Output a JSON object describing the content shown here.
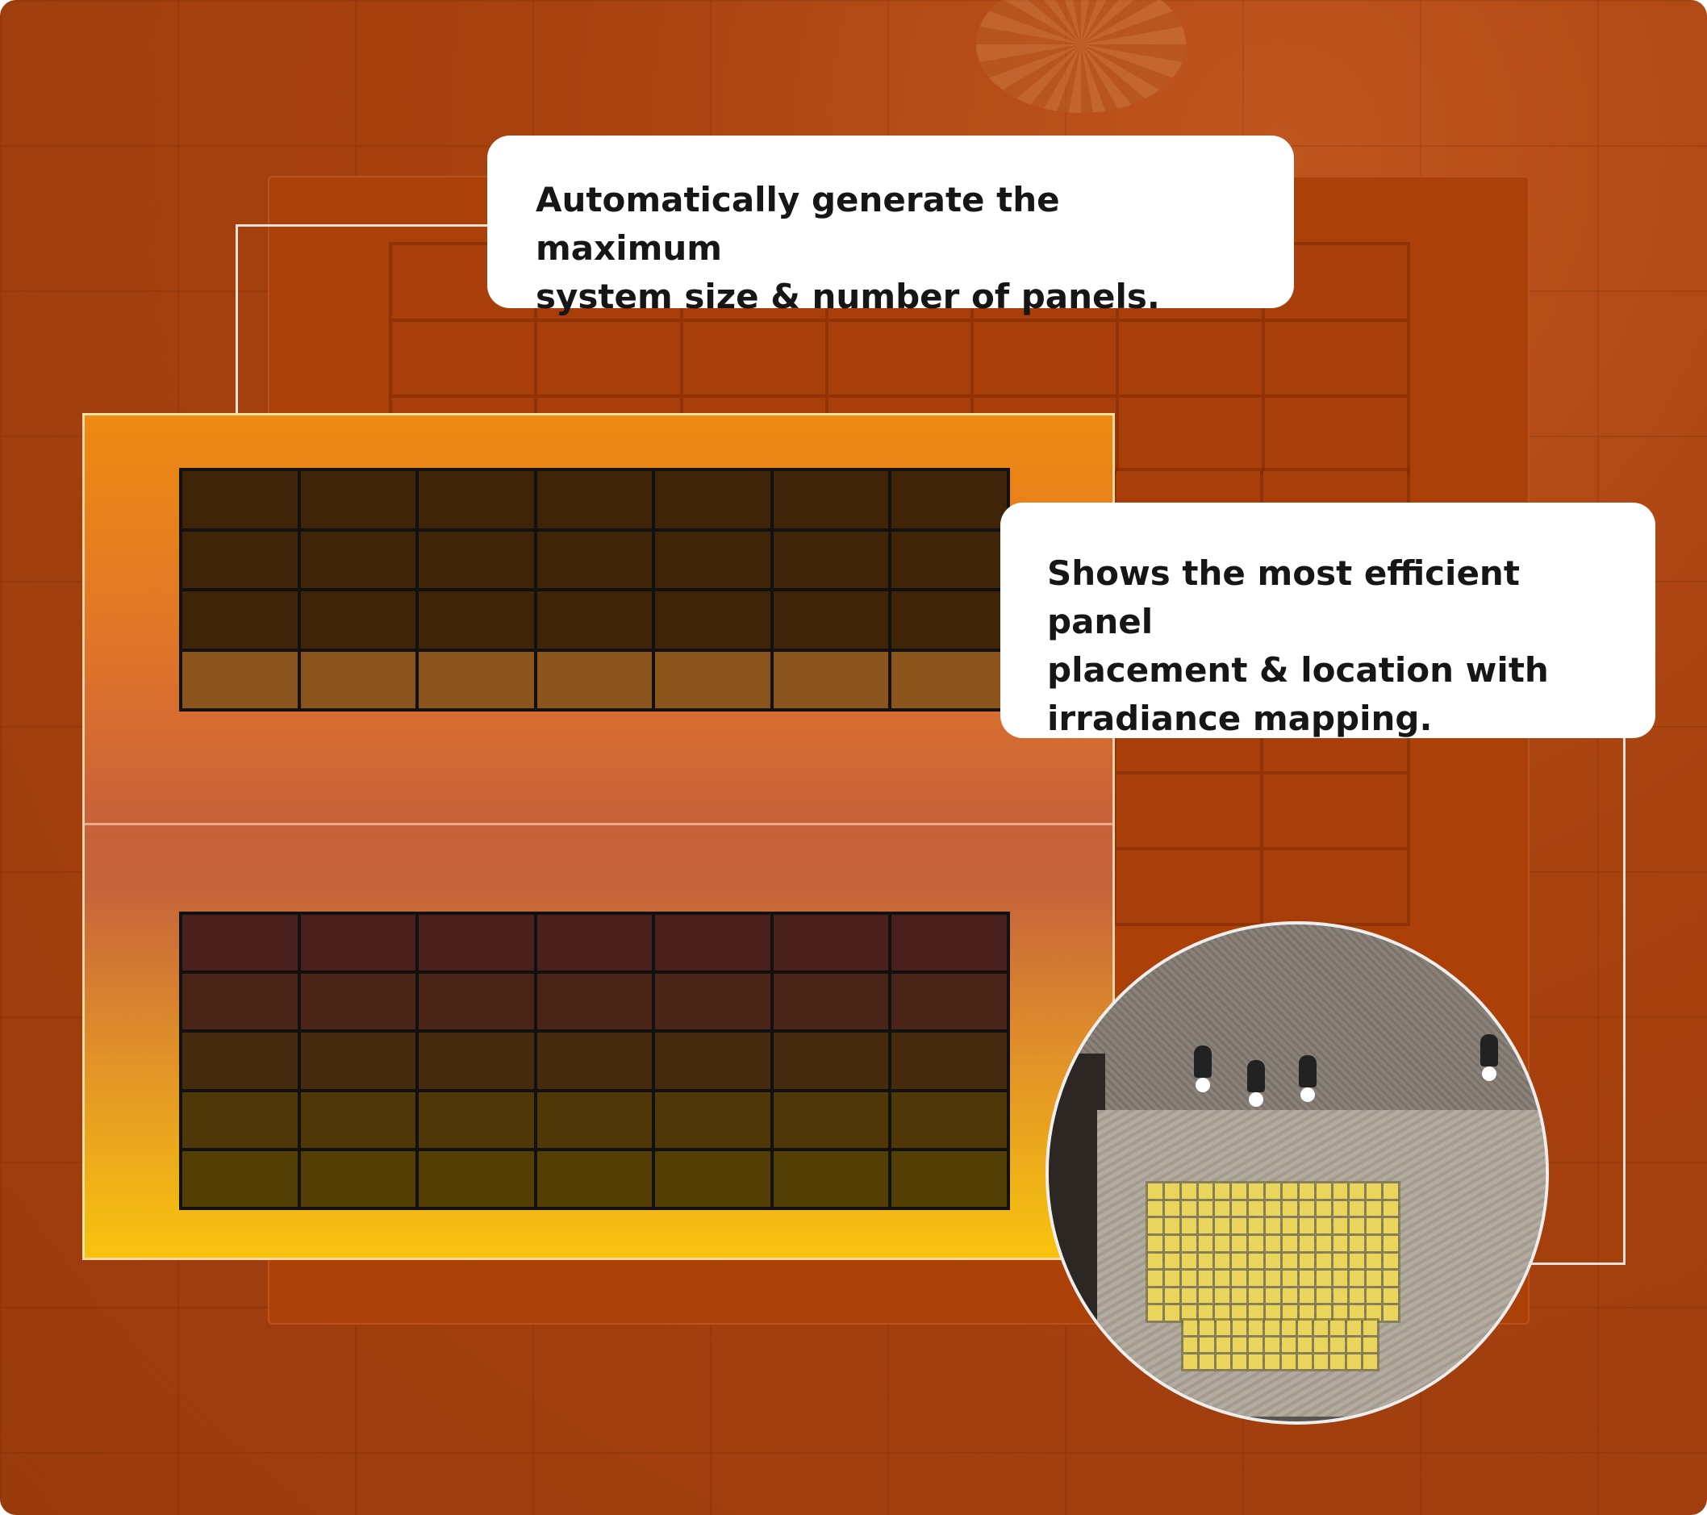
{
  "callouts": {
    "top": {
      "line1": "Automatically generate the maximum",
      "line2": "system size & number of panels."
    },
    "right": {
      "line1": "Shows the most efficient panel",
      "line2": "placement & location with",
      "line3": "irradiance mapping."
    }
  },
  "upper_array": {
    "rows": 4,
    "cols": 7,
    "filled_rows": 3
  },
  "lower_array": {
    "rows": 5,
    "cols": 7
  },
  "colors": {
    "background": "#a8420f",
    "roof_gradient_top": "#ef8a12",
    "roof_gradient_bottom": "#f8c40e",
    "panel": "#4b2805",
    "callout_bg": "#ffffff",
    "irradiance_panel": "#e9d45c"
  }
}
